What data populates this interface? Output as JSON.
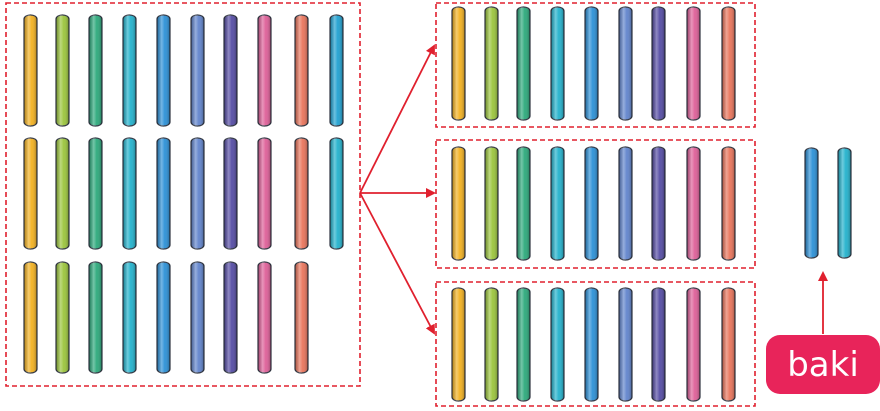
{
  "stick_colors": [
    "#f2b01f",
    "#9ac43a",
    "#2aa87a",
    "#21b1cc",
    "#2a8fd6",
    "#5f83cc",
    "#534aa3",
    "#dd5e97",
    "#e8735a",
    "#1ea0d0"
  ],
  "left_group": {
    "rows": [
      {
        "colors": [
          0,
          1,
          2,
          3,
          4,
          5,
          6,
          7,
          8,
          9
        ]
      },
      {
        "colors": [
          0,
          1,
          2,
          3,
          4,
          5,
          6,
          7,
          8,
          3
        ]
      },
      {
        "colors": [
          0,
          1,
          2,
          3,
          4,
          5,
          6,
          7,
          8
        ]
      }
    ]
  },
  "right_groups": [
    {
      "colors": [
        0,
        1,
        2,
        3,
        4,
        5,
        6,
        7,
        8
      ]
    },
    {
      "colors": [
        0,
        1,
        2,
        3,
        4,
        5,
        6,
        7,
        8
      ]
    },
    {
      "colors": [
        0,
        1,
        2,
        3,
        4,
        5,
        6,
        7,
        8
      ]
    }
  ],
  "remainder": {
    "colors": [
      4,
      3
    ]
  },
  "remainder_label": "baki",
  "accent_color": "#e0202e"
}
